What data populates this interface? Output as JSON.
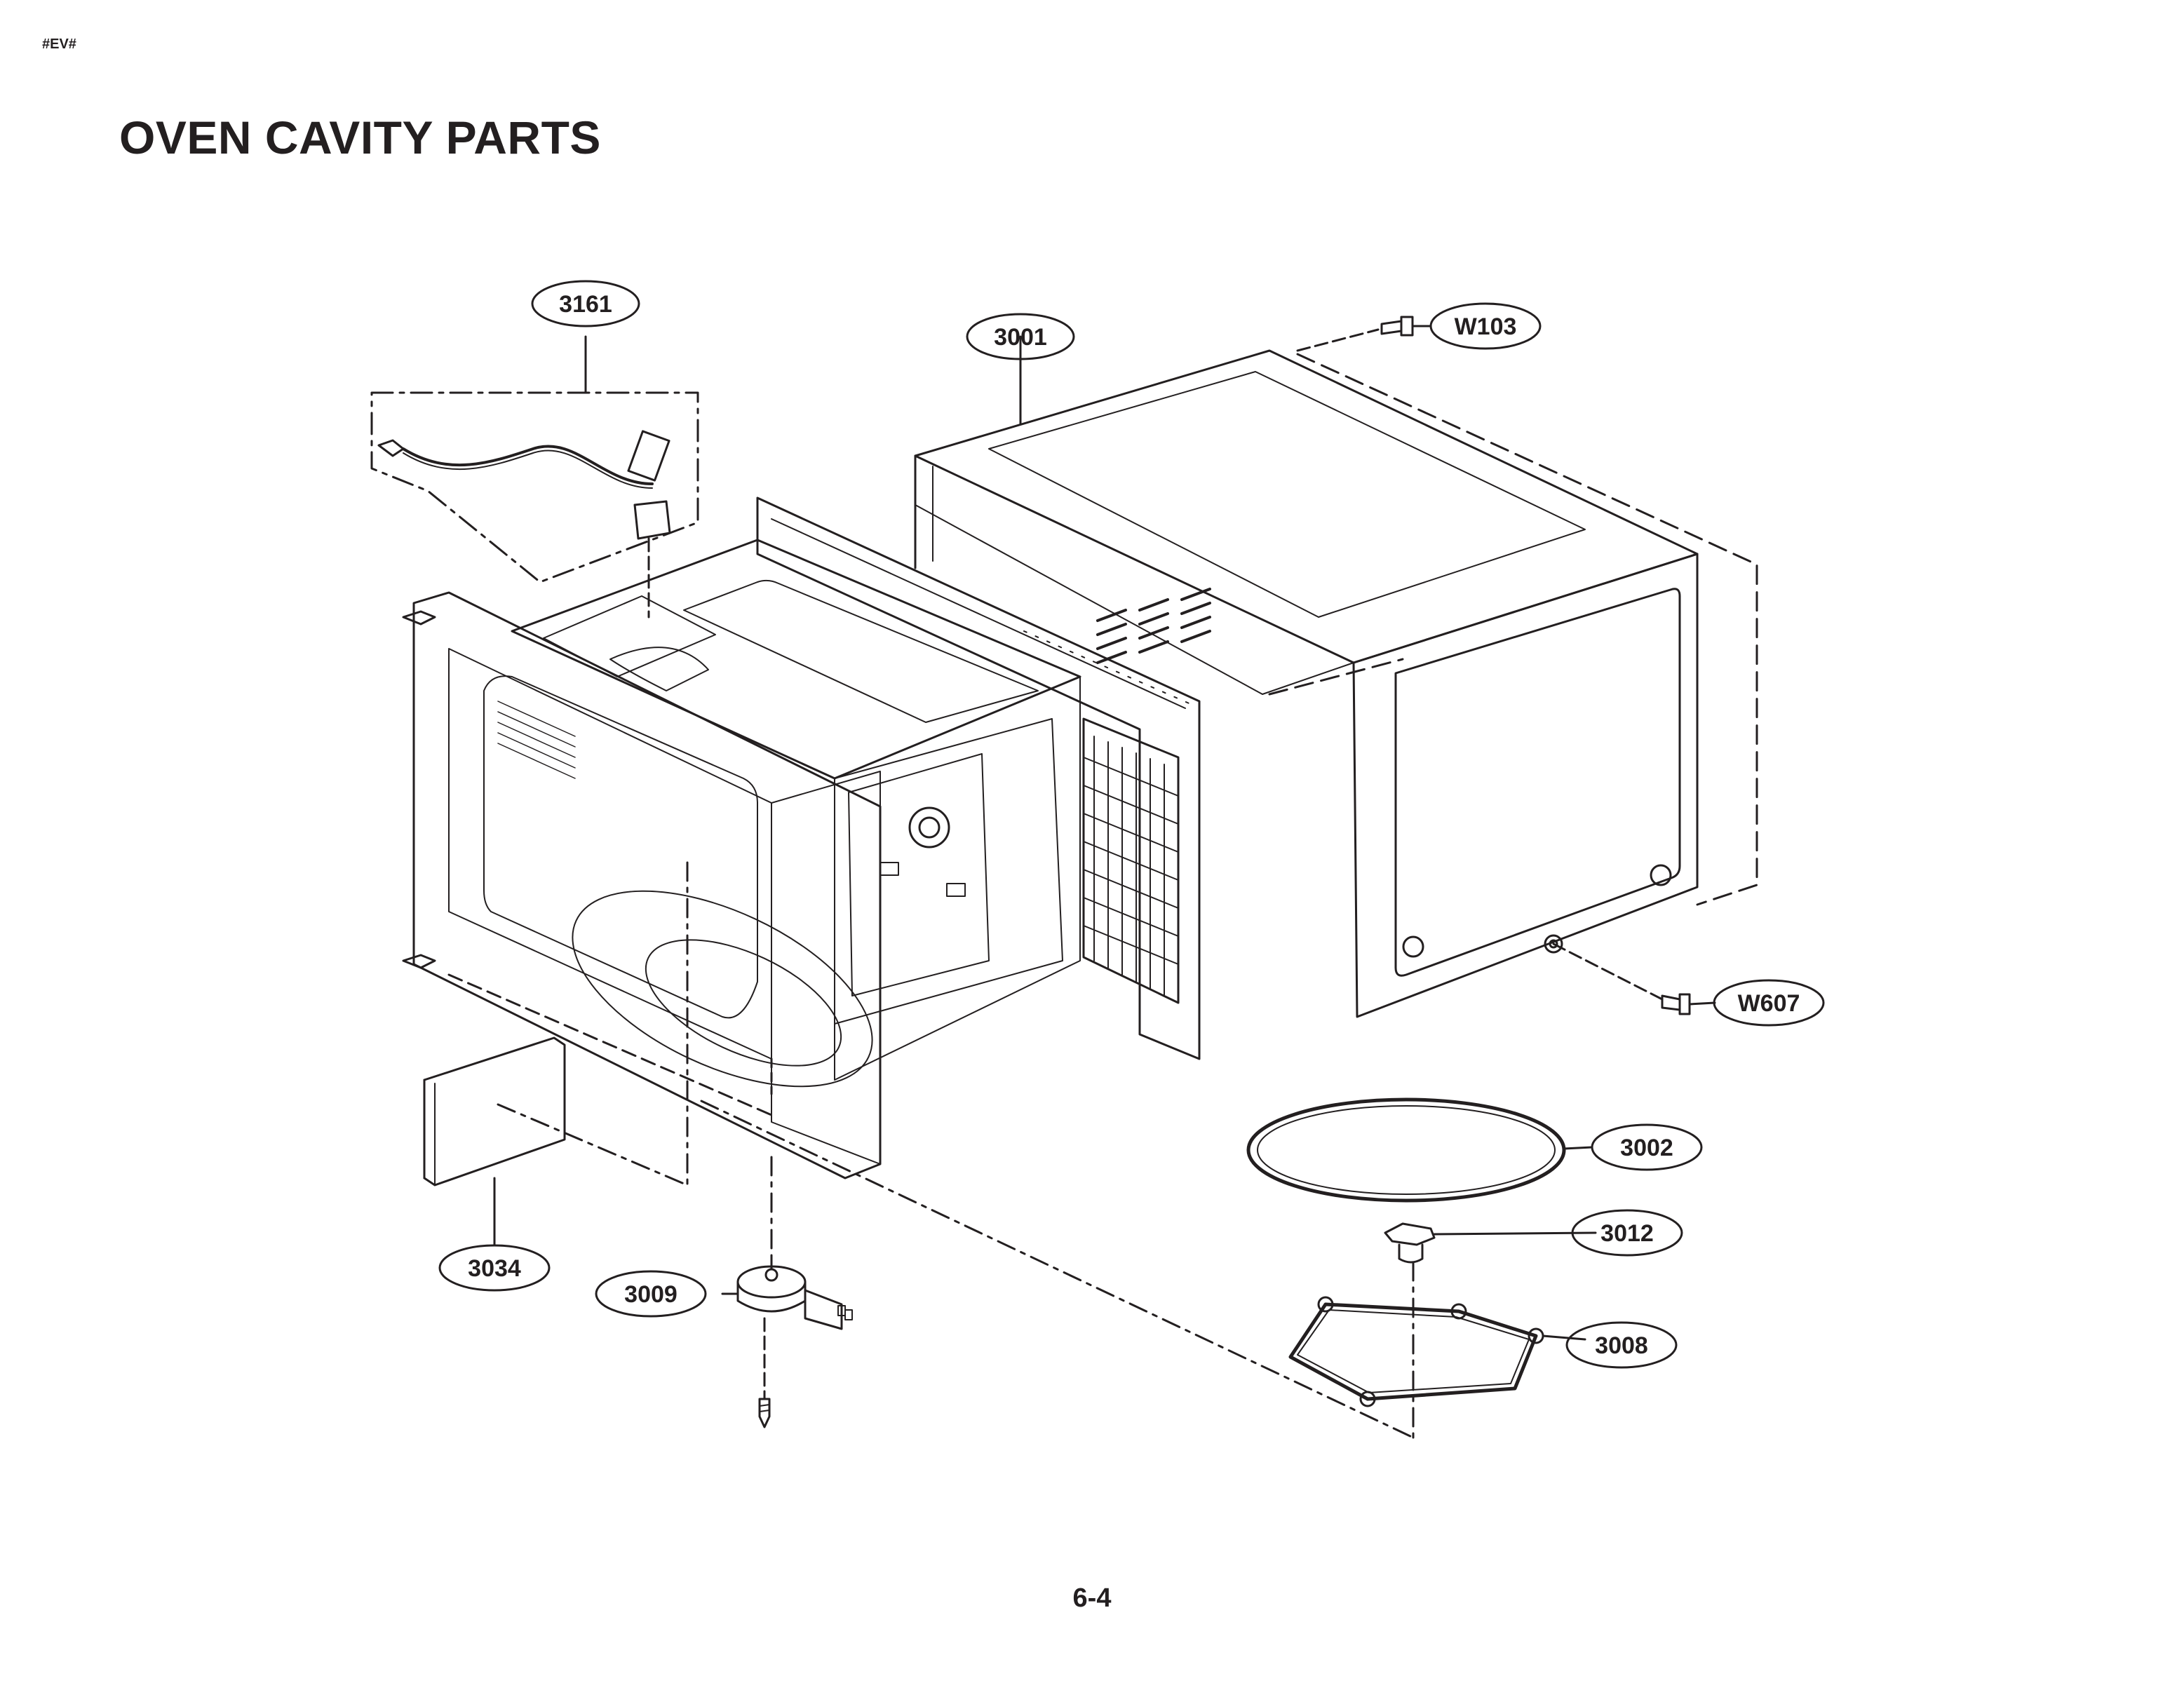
{
  "header": {
    "code": "#EV#"
  },
  "page": {
    "title": "OVEN CAVITY PARTS",
    "number": "6-4"
  },
  "callouts": {
    "c3161": "3161",
    "c3001": "3001",
    "cW103": "W103",
    "cW607": "W607",
    "c3002": "3002",
    "c3012": "3012",
    "c3008": "3008",
    "c3034": "3034",
    "c3009": "3009"
  },
  "colors": {
    "ink": "#231f20",
    "background": "#ffffff"
  }
}
